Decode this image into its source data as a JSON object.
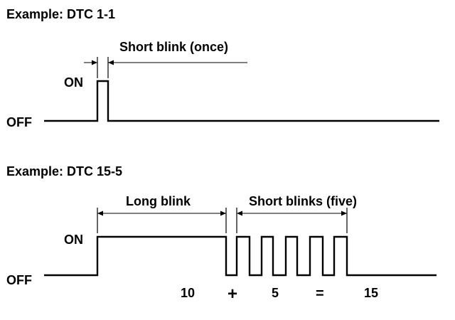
{
  "example1": {
    "title": "Example: DTC 1-1",
    "on_label": "ON",
    "off_label": "OFF",
    "annotation": "Short blink (once)",
    "short_blinks": 1
  },
  "example2": {
    "title": "Example: DTC 15-5",
    "on_label": "ON",
    "off_label": "OFF",
    "long_label": "Long blink",
    "short_label": "Short blinks (five)",
    "long_blinks": 1,
    "short_blinks": 5,
    "equation": {
      "long_value": "10",
      "plus": "+",
      "short_value": "5",
      "equals": "=",
      "result": "15"
    }
  },
  "colors": {
    "ink": "#000000",
    "background": "#ffffff"
  }
}
